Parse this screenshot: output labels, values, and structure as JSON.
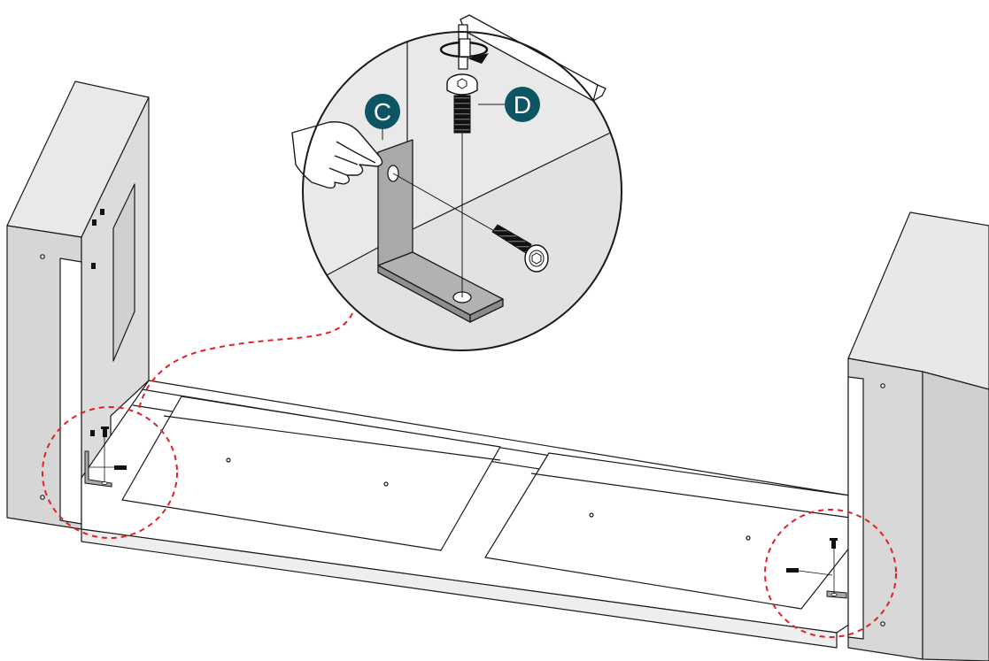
{
  "diagram": {
    "callouts": [
      {
        "letter": "C",
        "part": "bracket"
      },
      {
        "letter": "D",
        "part": "bolt"
      }
    ]
  },
  "colors": {
    "badge": "#0e5563",
    "panel_fill": "#d8d8d8",
    "zoom_background_fill": "#e6e6e6",
    "bracket_fill": "#a8a8a8",
    "dashed_leader": "#e21f26",
    "line": "#1a1a1a"
  },
  "icons": [
    "hand-pointing-icon",
    "hex-key-icon",
    "rotation-arrow-icon",
    "bolt-icon",
    "bracket-icon"
  ]
}
